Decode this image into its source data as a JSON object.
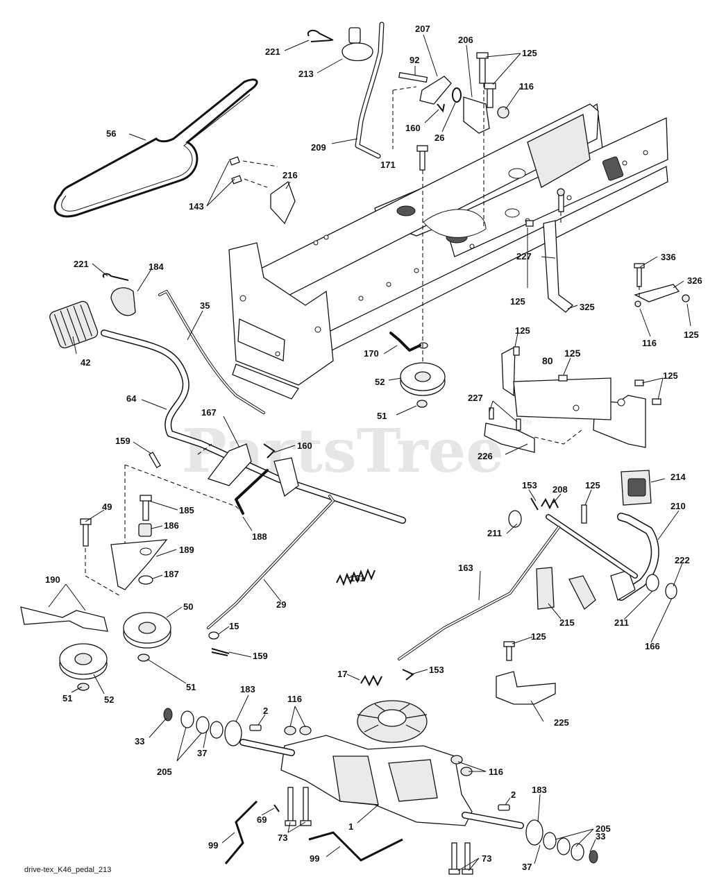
{
  "caption": "drive-tex_K46_pedal_213",
  "watermark": "PartsTree",
  "watermark_tm": "TM",
  "labels": {
    "l221a": "221",
    "l213": "213",
    "l209": "209",
    "l92": "92",
    "l207": "207",
    "l206": "206",
    "l125a": "125",
    "l116a": "116",
    "l160a": "160",
    "l26": "26",
    "l171": "171",
    "l56": "56",
    "l216": "216",
    "l143": "143",
    "l221b": "221",
    "l184": "184",
    "l35": "35",
    "l42": "42",
    "l227a": "227",
    "l336": "336",
    "l326": "326",
    "l125b": "125",
    "l325": "325",
    "l116b": "116",
    "l125c": "125",
    "l170": "170",
    "l52a": "52",
    "l125d": "125",
    "l80": "80",
    "l125e": "125",
    "l125f": "125",
    "l64": "64",
    "l167": "167",
    "l160b": "160",
    "l51a": "51",
    "l227b": "227",
    "l159a": "159",
    "l226": "226",
    "l214": "214",
    "l153a": "153",
    "l208": "208",
    "l125g": "125",
    "l49": "49",
    "l185": "185",
    "l186": "186",
    "l188": "188",
    "l210": "210",
    "l211a": "211",
    "l189": "189",
    "l187": "187",
    "l161": "161",
    "l190": "190",
    "l163": "163",
    "l222": "222",
    "l50": "50",
    "l29": "29",
    "l215": "215",
    "l211b": "211",
    "l15": "15",
    "l159b": "159",
    "l166": "166",
    "l125h": "125",
    "l51b": "51",
    "l17": "17",
    "l153b": "153",
    "l51c": "51",
    "l52b": "52",
    "l183a": "183",
    "l116c": "116",
    "l2a": "2",
    "l225": "225",
    "l33a": "33",
    "l37a": "37",
    "l205a": "205",
    "l116d": "116",
    "l2b": "2",
    "l183b": "183",
    "l69": "69",
    "l1": "1",
    "l205b": "205",
    "l73a": "73",
    "l99a": "99",
    "l99b": "99",
    "l33b": "33",
    "l73b": "73",
    "l37b": "37"
  }
}
